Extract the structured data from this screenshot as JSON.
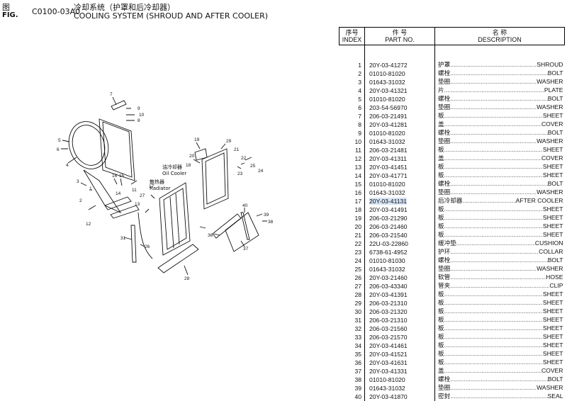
{
  "header": {
    "fig_zh": "图",
    "fig_en": "FIG.",
    "fig_code": "C0100-03A0",
    "title_zh": "冷却系统（护罩和后冷却器）",
    "title_en": "COOLING SYSTEM (SHROUD AND AFTER COOLER)"
  },
  "table": {
    "col_index_zh": "序号",
    "col_index_en": "INDEX",
    "col_part_zh": "件  号",
    "col_part_en": "PART NO.",
    "col_desc_zh": "名   称",
    "col_desc_en": "DESCRIPTION",
    "highlight_row": "17",
    "rows": [
      {
        "index": "1",
        "part_no": "20Y-03-41272",
        "zh": "护罩",
        "en": "SHROUD"
      },
      {
        "index": "2",
        "part_no": "01010-81020",
        "zh": "螺栓",
        "en": "BOLT"
      },
      {
        "index": "3",
        "part_no": "01643-31032",
        "zh": "垫圈",
        "en": "WASHER"
      },
      {
        "index": "4",
        "part_no": "20Y-03-41321",
        "zh": "片",
        "en": "PLATE"
      },
      {
        "index": "5",
        "part_no": "01010-81020",
        "zh": "螺栓",
        "en": "BOLT"
      },
      {
        "index": "6",
        "part_no": "203-54-56970",
        "zh": "垫圈",
        "en": "WASHER"
      },
      {
        "index": "7",
        "part_no": "206-03-21491",
        "zh": "板",
        "en": "SHEET"
      },
      {
        "index": "8",
        "part_no": "20Y-03-41281",
        "zh": "盖",
        "en": "COVER"
      },
      {
        "index": "9",
        "part_no": "01010-81020",
        "zh": "螺栓",
        "en": "BOLT"
      },
      {
        "index": "10",
        "part_no": "01643-31032",
        "zh": "垫圈",
        "en": "WASHER"
      },
      {
        "index": "11",
        "part_no": "206-03-21481",
        "zh": "板",
        "en": "SHEET"
      },
      {
        "index": "12",
        "part_no": "20Y-03-41311",
        "zh": "盖",
        "en": "COVER"
      },
      {
        "index": "13",
        "part_no": "20Y-03-41451",
        "zh": "板",
        "en": "SHEET"
      },
      {
        "index": "14",
        "part_no": "20Y-03-41771",
        "zh": "板",
        "en": "SHEET"
      },
      {
        "index": "15",
        "part_no": "01010-81020",
        "zh": "螺栓",
        "en": "BOLT"
      },
      {
        "index": "16",
        "part_no": "01643-31032",
        "zh": "垫圈",
        "en": "WASHER"
      },
      {
        "index": "17",
        "part_no": "20Y-03-41131",
        "zh": "后冷却器",
        "en": "AFTER COOLER"
      },
      {
        "index": "18",
        "part_no": "20Y-03-41491",
        "zh": "板",
        "en": "SHEET"
      },
      {
        "index": "19",
        "part_no": "206-03-21290",
        "zh": "板",
        "en": "SHEET"
      },
      {
        "index": "20",
        "part_no": "206-03-21460",
        "zh": "板",
        "en": "SHEET"
      },
      {
        "index": "21",
        "part_no": "206-03-21540",
        "zh": "板",
        "en": "SHEET"
      },
      {
        "index": "22",
        "part_no": "22U-03-22860",
        "zh": "缓冲垫",
        "en": "CUSHION"
      },
      {
        "index": "23",
        "part_no": "6738-61-4952",
        "zh": "护环",
        "en": "COLLAR"
      },
      {
        "index": "24",
        "part_no": "01010-81030",
        "zh": "螺栓",
        "en": "BOLT"
      },
      {
        "index": "25",
        "part_no": "01643-31032",
        "zh": "垫圈",
        "en": "WASHER"
      },
      {
        "index": "26",
        "part_no": "20Y-03-21460",
        "zh": "软管",
        "en": "HOSE"
      },
      {
        "index": "27",
        "part_no": "206-03-43340",
        "zh": "管夹",
        "en": "CLIP"
      },
      {
        "index": "28",
        "part_no": "20Y-03-41391",
        "zh": "板",
        "en": "SHEET"
      },
      {
        "index": "29",
        "part_no": "206-03-21310",
        "zh": "板",
        "en": "SHEET"
      },
      {
        "index": "30",
        "part_no": "206-03-21320",
        "zh": "板",
        "en": "SHEET"
      },
      {
        "index": "31",
        "part_no": "206-03-21310",
        "zh": "板",
        "en": "SHEET"
      },
      {
        "index": "32",
        "part_no": "206-03-21560",
        "zh": "板",
        "en": "SHEET"
      },
      {
        "index": "33",
        "part_no": "206-03-21570",
        "zh": "板",
        "en": "SHEET"
      },
      {
        "index": "34",
        "part_no": "20Y-03-41461",
        "zh": "板",
        "en": "SHEET"
      },
      {
        "index": "35",
        "part_no": "20Y-03-41521",
        "zh": "板",
        "en": "SHEET"
      },
      {
        "index": "36",
        "part_no": "20Y-03-41631",
        "zh": "板",
        "en": "SHEET"
      },
      {
        "index": "37",
        "part_no": "20Y-03-41331",
        "zh": "盖",
        "en": "COVER"
      },
      {
        "index": "38",
        "part_no": "01010-81020",
        "zh": "螺栓",
        "en": "BOLT"
      },
      {
        "index": "39",
        "part_no": "01643-31032",
        "zh": "垫圈",
        "en": "WASHER"
      },
      {
        "index": "40",
        "part_no": "20Y-03-41870",
        "zh": "密封",
        "en": "SEAL"
      }
    ]
  },
  "diagram": {
    "oil_cooler_zh": "油冷却器",
    "oil_cooler_en": "Oil Cooler",
    "radiator_zh": "散热器",
    "radiator_en": "Radiator",
    "callouts": [
      "1",
      "2",
      "3",
      "4",
      "5",
      "6",
      "7",
      "8",
      "9",
      "10",
      "11",
      "12",
      "13",
      "14",
      "15",
      "16",
      "17",
      "18",
      "19",
      "20",
      "21",
      "22",
      "23",
      "24",
      "25",
      "26",
      "27",
      "28",
      "29",
      "31",
      "36",
      "37",
      "38",
      "39",
      "40"
    ]
  }
}
